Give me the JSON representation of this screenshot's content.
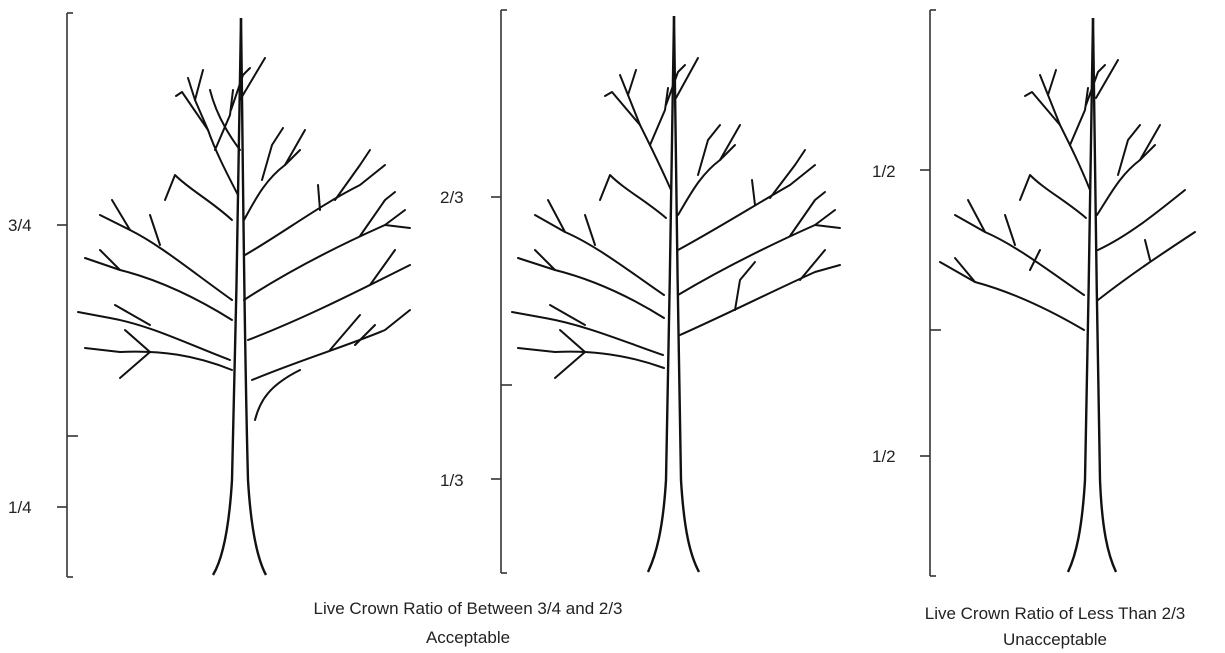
{
  "trees": [
    {
      "ratio_labels": {
        "upper": "3/4",
        "lower": "1/4"
      }
    },
    {
      "ratio_labels": {
        "upper": "2/3",
        "lower": "1/3"
      }
    },
    {
      "ratio_labels": {
        "upper": "1/2",
        "lower": "1/2"
      }
    }
  ],
  "captions": {
    "left": {
      "line1": "Live Crown Ratio of Between 3/4 and 2/3",
      "line2": "Acceptable"
    },
    "right": {
      "line1": "Live Crown Ratio of Less Than 2/3",
      "line2": "Unacceptable"
    }
  }
}
